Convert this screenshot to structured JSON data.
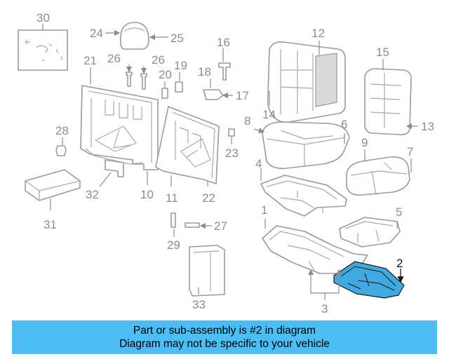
{
  "callouts": {
    "c1": "1",
    "c2": "2",
    "c3": "3",
    "c4": "4",
    "c5": "5",
    "c6": "6",
    "c7": "7",
    "c8": "8",
    "c9": "9",
    "c10": "10",
    "c11": "11",
    "c12": "12",
    "c13": "13",
    "c14": "14",
    "c15": "15",
    "c16": "16",
    "c17": "17",
    "c18": "18",
    "c19": "19",
    "c20": "20",
    "c21": "21",
    "c22": "22",
    "c23": "23",
    "c24": "24",
    "c25": "25",
    "c26a": "26",
    "c26b": "26",
    "c27": "27",
    "c28": "28",
    "c29": "29",
    "c30": "30",
    "c31": "31",
    "c32": "32",
    "c33": "33"
  },
  "highlighted_part": "2",
  "colors": {
    "highlight": "#3fa9e0",
    "caption_bg": "#4dbdf5",
    "line": "#9a9a9a"
  },
  "caption": {
    "line1": "Part or sub-assembly is #2 in diagram",
    "line2": "Diagram may not be specific to your vehicle"
  }
}
